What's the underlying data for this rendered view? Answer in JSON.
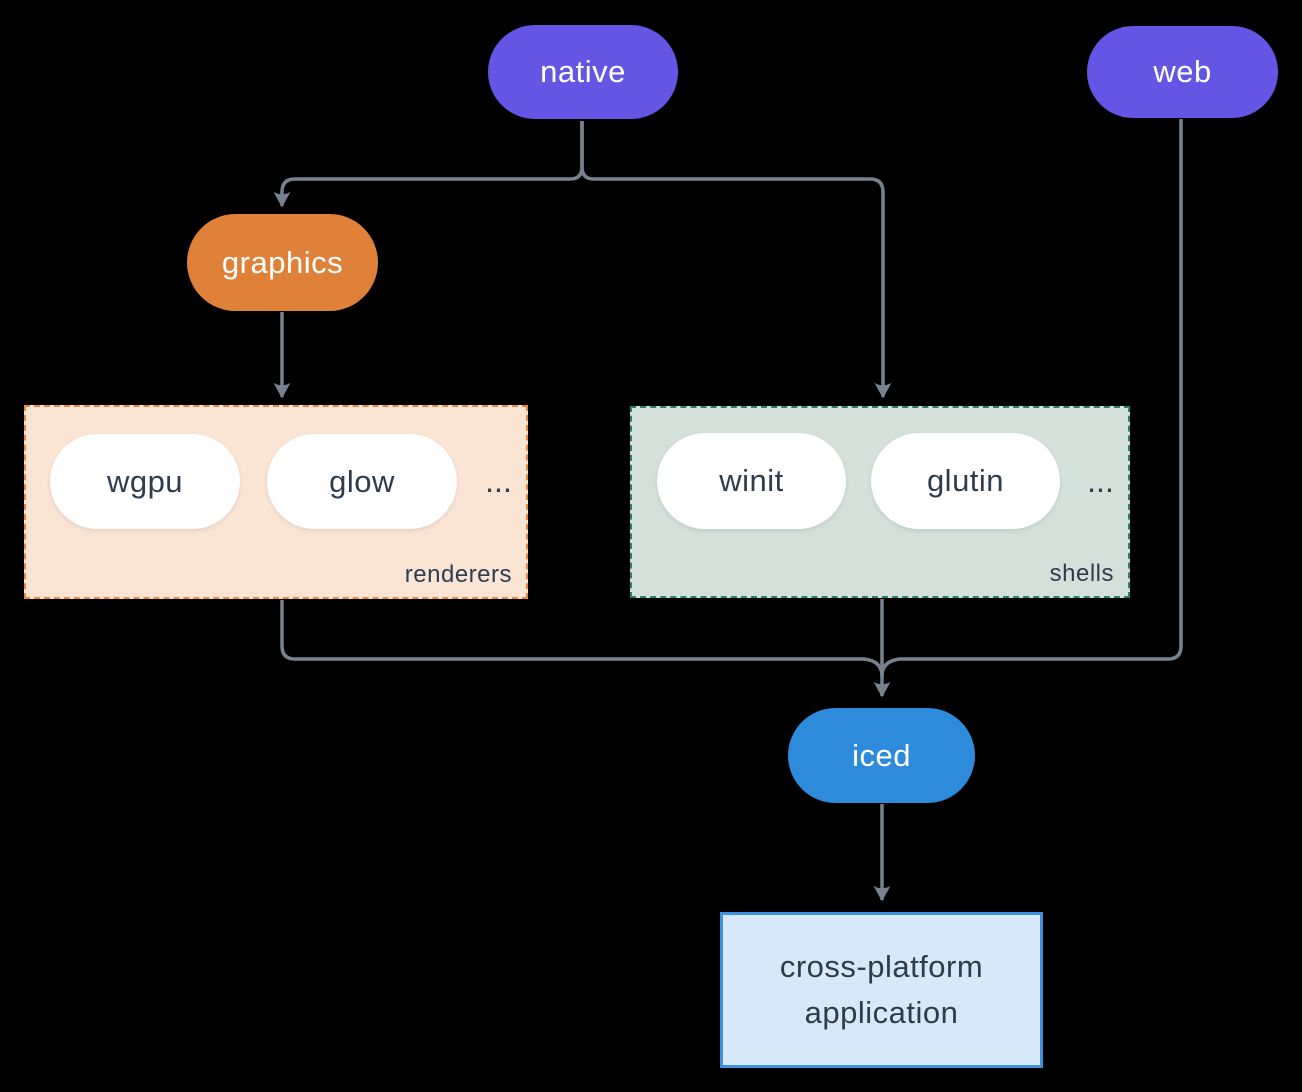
{
  "diagram": {
    "nodes": {
      "native": "native",
      "web": "web",
      "graphics": "graphics",
      "iced": "iced",
      "app_line1": "cross-platform",
      "app_line2": "application"
    },
    "groups": {
      "renderers": {
        "label": "renderers",
        "items": [
          "wgpu",
          "glow"
        ],
        "more": "..."
      },
      "shells": {
        "label": "shells",
        "items": [
          "winit",
          "glutin"
        ],
        "more": "..."
      }
    },
    "colors": {
      "background": "#000000",
      "purple": "#6456e4",
      "orange": "#e0813a",
      "blue": "#2e8bdb",
      "renderers_bg": "#fae4d4",
      "renderers_border": "#e8873f",
      "shells_bg": "#d3e1da",
      "shells_border": "#2f7d6d",
      "app_bg": "#d7e8f9",
      "app_border": "#4090e0",
      "connector": "#76828e",
      "dark_text": "#2f3c4e",
      "white_text": "#ffffff"
    }
  }
}
